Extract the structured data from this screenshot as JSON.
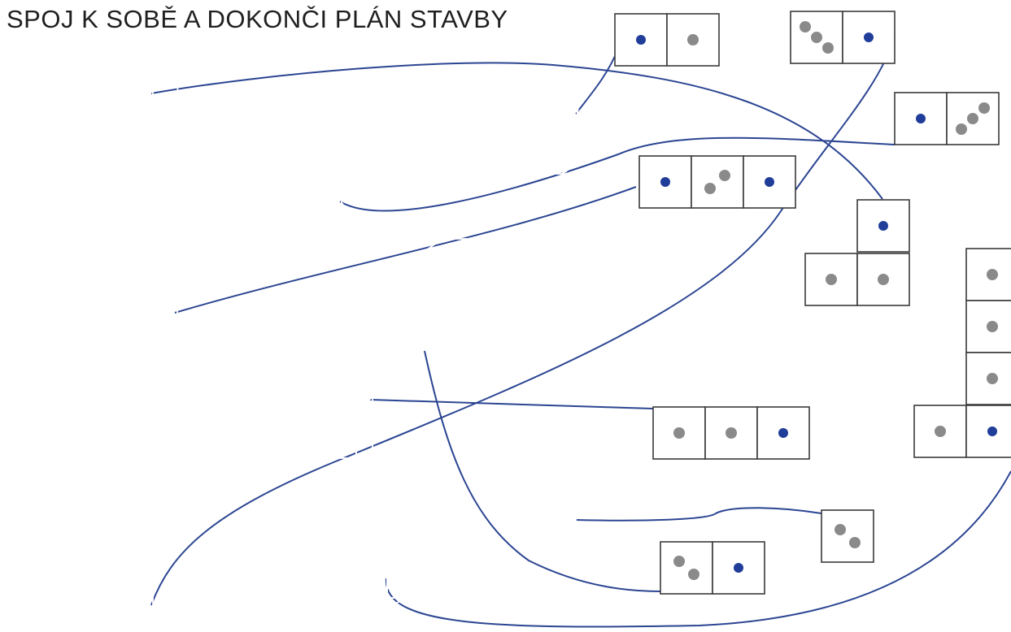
{
  "title": "SPOJ K SOBĚ A DOKONČI PLÁN STAVBY",
  "colors": {
    "mark_highlight": "#1f3d99",
    "mark_plain": "#8a8a8a",
    "connector": "#2b4592",
    "block_dark": "#6e6e6e",
    "block_medium": "#939393",
    "block_light": "#d6d6d6"
  },
  "blocks": [
    {
      "id": "a",
      "shade": "dark"
    },
    {
      "id": "b",
      "shade": "medium"
    },
    {
      "id": "c",
      "shade": "medium"
    },
    {
      "id": "d",
      "shade": "dark"
    },
    {
      "id": "e",
      "shade": "light"
    },
    {
      "id": "f",
      "shade": "medium"
    },
    {
      "id": "g",
      "shade": "dark"
    },
    {
      "id": "h",
      "shade": "medium"
    },
    {
      "id": "i",
      "shade": "dark"
    }
  ],
  "plans": [
    {
      "id": "p1",
      "cells": [
        {
          "dots": 1,
          "highlight": true
        },
        {
          "dots": 1,
          "highlight": false
        }
      ]
    },
    {
      "id": "p2",
      "cells": [
        {
          "dots": 3,
          "highlight": false
        },
        {
          "dots": 1,
          "highlight": true
        }
      ]
    },
    {
      "id": "p3",
      "cells": [
        {
          "dots": 1,
          "highlight": true
        },
        {
          "dots": 3,
          "highlight": false
        }
      ]
    },
    {
      "id": "p4",
      "cells": [
        {
          "dots": 1,
          "highlight": true
        },
        {
          "dots": 2,
          "highlight": false
        },
        {
          "dots": 1,
          "highlight": true
        }
      ]
    },
    {
      "id": "p5",
      "cells": [
        {
          "dots": 1,
          "highlight": true
        },
        {
          "dots": 1,
          "highlight": false
        },
        {
          "dots": 1,
          "highlight": false
        }
      ]
    },
    {
      "id": "p6",
      "cells": [
        {
          "dots": 1,
          "highlight": false
        },
        {
          "dots": 1,
          "highlight": false
        },
        {
          "dots": 1,
          "highlight": false
        },
        {
          "dots": 1,
          "highlight": false
        },
        {
          "dots": 1,
          "highlight": true
        }
      ]
    },
    {
      "id": "p7",
      "cells": [
        {
          "dots": 1,
          "highlight": false
        },
        {
          "dots": 1,
          "highlight": false
        },
        {
          "dots": 1,
          "highlight": true
        }
      ]
    },
    {
      "id": "p8",
      "cells": [
        {
          "dots": 2,
          "highlight": false
        }
      ]
    },
    {
      "id": "p9",
      "cells": [
        {
          "dots": 2,
          "highlight": false
        },
        {
          "dots": 1,
          "highlight": true
        }
      ]
    }
  ]
}
